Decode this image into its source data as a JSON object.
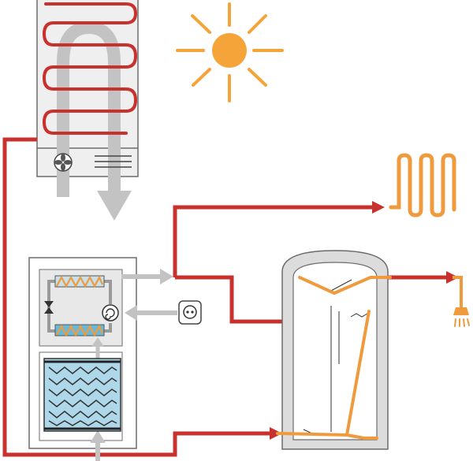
{
  "diagram": {
    "kind": "solar-heat-pump-hot-water-system",
    "components": [
      {
        "name": "solar-collector-unit",
        "icon": "radiator-coil-icon"
      },
      {
        "name": "sun",
        "icon": "sun-icon"
      },
      {
        "name": "heat-pump",
        "icon": "heat-exchanger-icon"
      },
      {
        "name": "controller",
        "icon": "controller-icon"
      },
      {
        "name": "storage-tank",
        "icon": "tank-icon"
      },
      {
        "name": "space-heating",
        "icon": "underfloor-coil-icon"
      },
      {
        "name": "shower",
        "icon": "shower-head-icon"
      }
    ],
    "colors": {
      "hot_pipe": "#c8312e",
      "cold_flow": "#c3c3c3",
      "sun": "#f5a43a",
      "coil": "#ef9a3c",
      "brine": "#aed8ea",
      "outline": "#6b6b6b",
      "panel": "#e8e8e8"
    }
  }
}
